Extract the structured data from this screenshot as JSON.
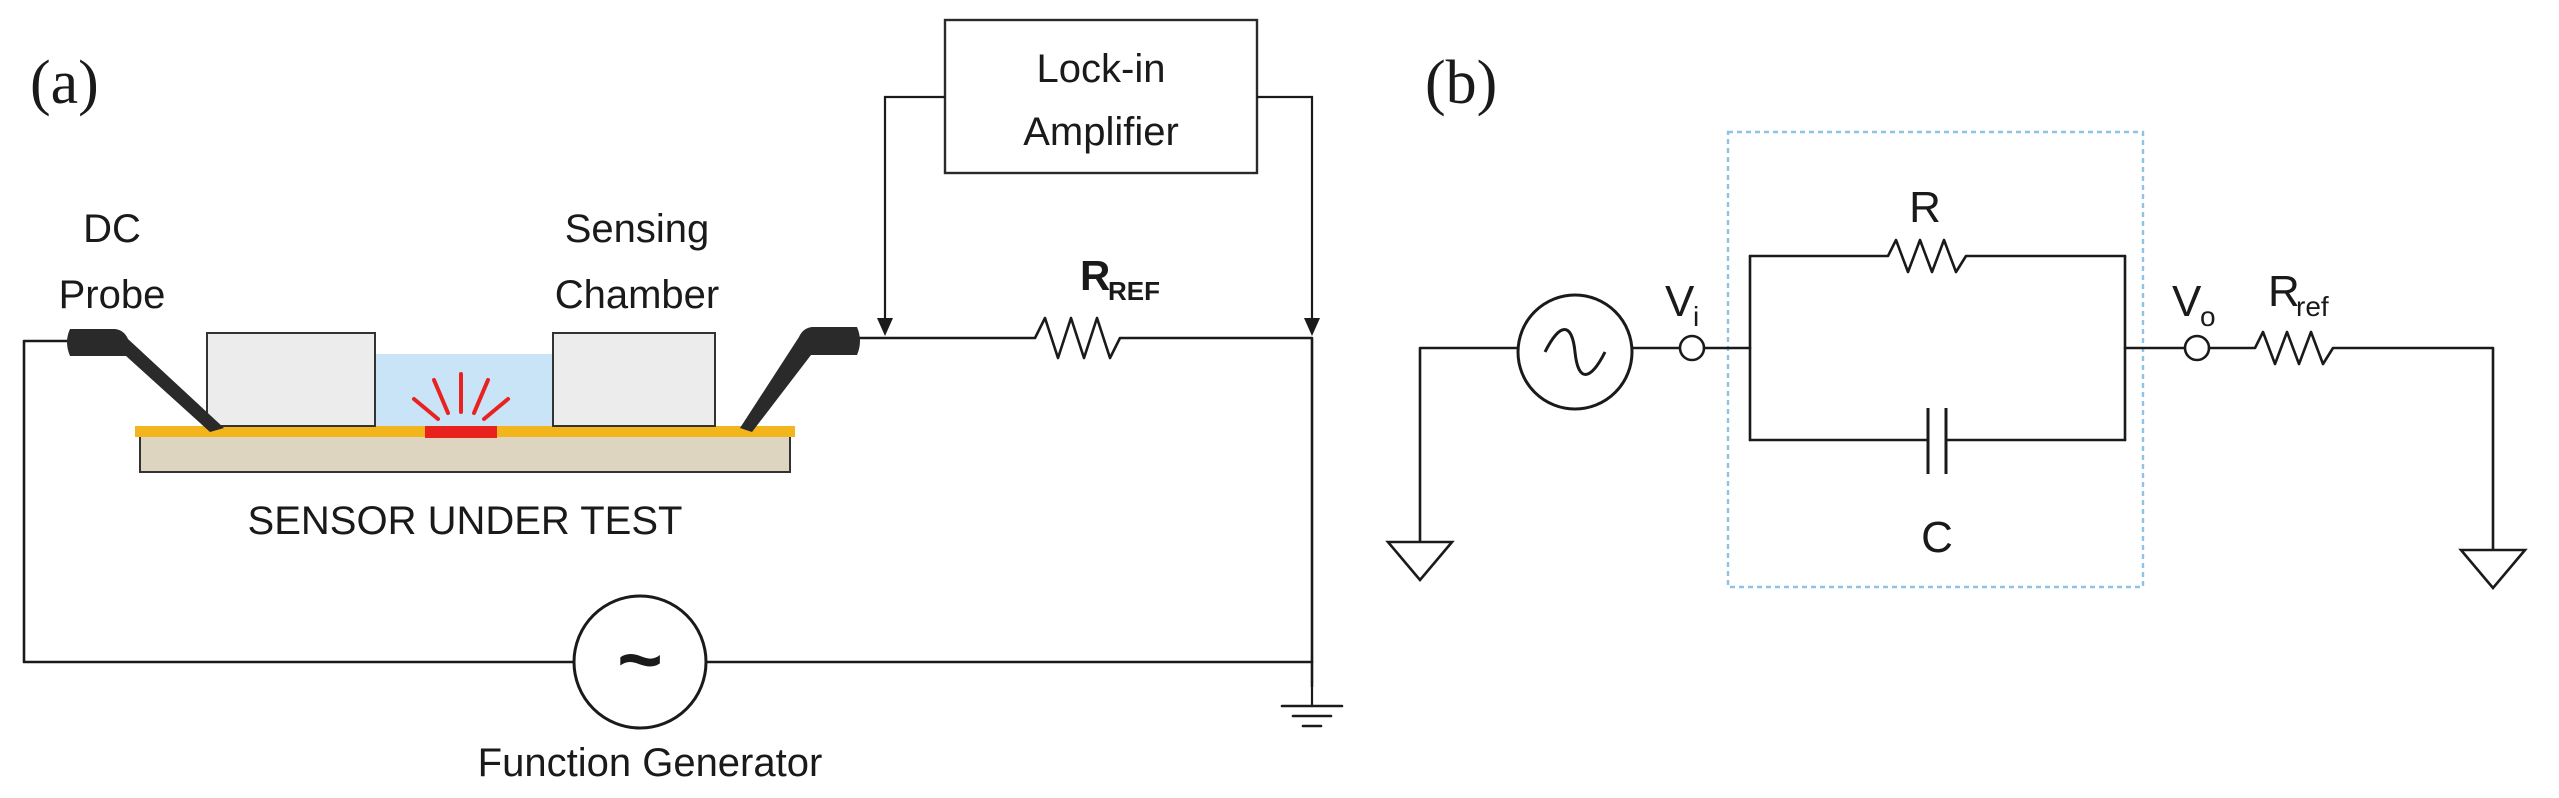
{
  "panel_a": {
    "label": "(a)",
    "lockin_line1": "Lock-in",
    "lockin_line2": "Amplifier",
    "probe_line1": "DC",
    "probe_line2": "Probe",
    "chamber_line1": "Sensing",
    "chamber_line2": "Chamber",
    "rref_main": "R",
    "rref_sub": "REF",
    "sensor_label": "SENSOR UNDER TEST",
    "generator_symbol": "~",
    "generator_label": "Function Generator"
  },
  "panel_b": {
    "label": "(b)",
    "vi_main": "V",
    "vi_sub": "i",
    "vo_main": "V",
    "vo_sub": "o",
    "r_label": "R",
    "c_label": "C",
    "rref_main": "R",
    "rref_sub": "ref"
  },
  "colors": {
    "wire": "#1a1a1a",
    "substrate": "#ddd5c0",
    "electrode": "#f2b61c",
    "sensing_film": "#e8231f",
    "chamber_liquid": "#c9e3f7",
    "chamber_block": "#ececec",
    "probe": "#2a2a2a",
    "dotted_box": "#8ec3e6"
  }
}
